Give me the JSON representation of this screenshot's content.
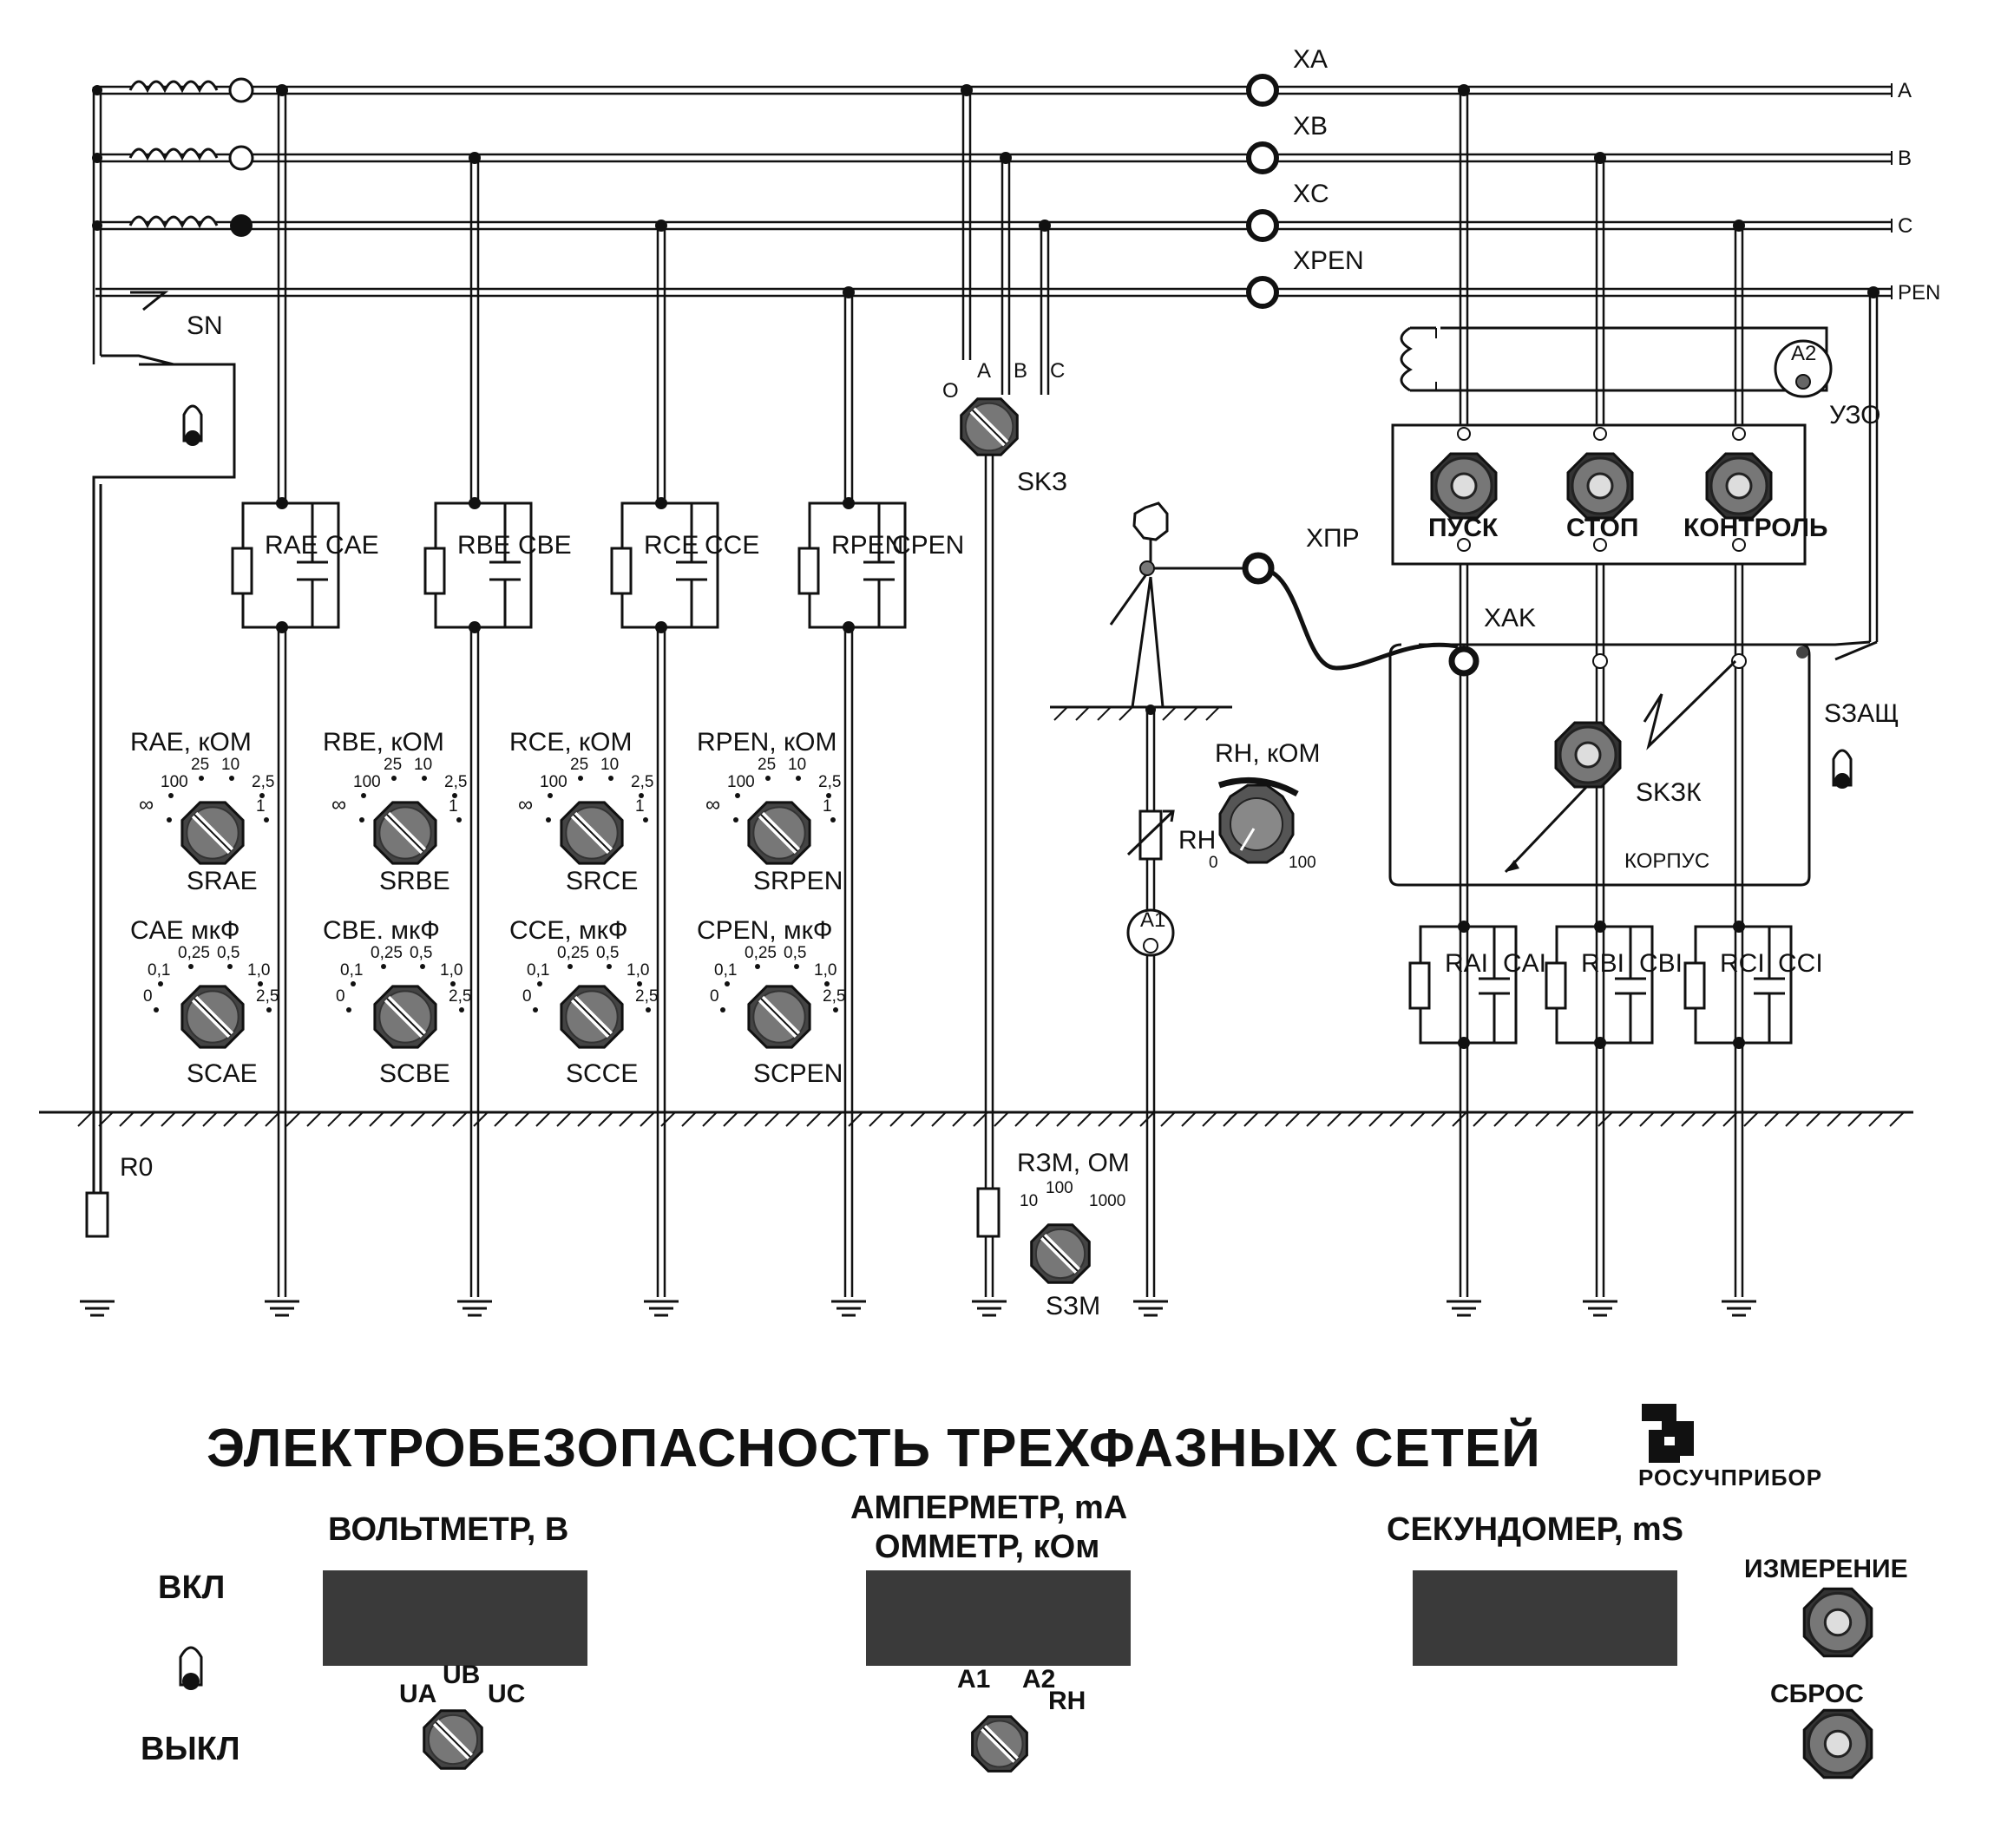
{
  "title": "ЭЛЕКТРОБЕЗОПАСНОСТЬ ТРЕХФАЗНЫХ СЕТЕЙ",
  "logo": "РОСУЧПРИБОР",
  "lines": {
    "a": "A",
    "b": "B",
    "c": "C",
    "pen": "PEN"
  },
  "terminals": {
    "xa": "XA",
    "xb": "XB",
    "xc": "XC",
    "xpen": "XPEN",
    "xpr": "XПР",
    "xak": "XAK"
  },
  "switch_sn": "SN",
  "skz": {
    "label": "SKЗ",
    "o": "O",
    "a": "A",
    "b": "B",
    "c": "C"
  },
  "branches": [
    {
      "r": "RAE",
      "c": "CAE",
      "r_title": "RAE, кОМ",
      "s_r": "SRAE",
      "c_title": "CAE  мкФ",
      "s_c": "SCAE"
    },
    {
      "r": "RBE",
      "c": "CBE",
      "r_title": "RBE, кОМ",
      "s_r": "SRBE",
      "c_title": "CBE. мкФ",
      "s_c": "SCBE"
    },
    {
      "r": "RCE",
      "c": "CCE",
      "r_title": "RCE, кОМ",
      "s_r": "SRCE",
      "c_title": "CCE, мкФ",
      "s_c": "SCCE"
    },
    {
      "r": "RPEN",
      "c": "CPEN",
      "r_title": "RPEN, кОМ",
      "s_r": "SRPEN",
      "c_title": "CPEN, мкФ",
      "s_c": "SCPEN"
    }
  ],
  "r_scale": [
    "∞",
    "100",
    "25",
    "10",
    "2,5",
    "1"
  ],
  "c_scale": [
    "0",
    "0,1",
    "0,25",
    "0,5",
    "1,0",
    "2,5"
  ],
  "r0": "R0",
  "rzm": {
    "title": "RЗМ, ОМ",
    "scale": [
      "10",
      "100",
      "1000"
    ],
    "switch": "SЗМ"
  },
  "rn": {
    "title": "RH, кОМ",
    "label": "RH",
    "scale_min": "0",
    "scale_max": "100"
  },
  "a1": "A1",
  "uzo": {
    "label": "УЗО",
    "a2": "A2",
    "buttons": [
      "ПУСК",
      "СТОП",
      "КОНТРОЛЬ"
    ]
  },
  "housing": {
    "label": "КОРПУС",
    "skzk": "SKЗК",
    "szasch": "SЗАЩ"
  },
  "load_rc": [
    {
      "r": "RAI",
      "c": "CAI"
    },
    {
      "r": "RBI",
      "c": "CBI"
    },
    {
      "r": "RCI",
      "c": "CCI"
    }
  ],
  "panel": {
    "voltmeter": "ВОЛЬТМЕТР,  В",
    "ammeter_1": "АМПЕРМЕТР, mA",
    "ammeter_2": "ОММЕТР, кОм",
    "timer": "СЕКУНДОМЕР, mS",
    "on": "ВКЛ",
    "off": "ВЫКЛ",
    "v_sel": [
      "UA",
      "UB",
      "UC"
    ],
    "a_sel": [
      "A1",
      "A2",
      "RH"
    ],
    "measure": "ИЗМЕРЕНИЕ",
    "reset": "СБРОС"
  }
}
